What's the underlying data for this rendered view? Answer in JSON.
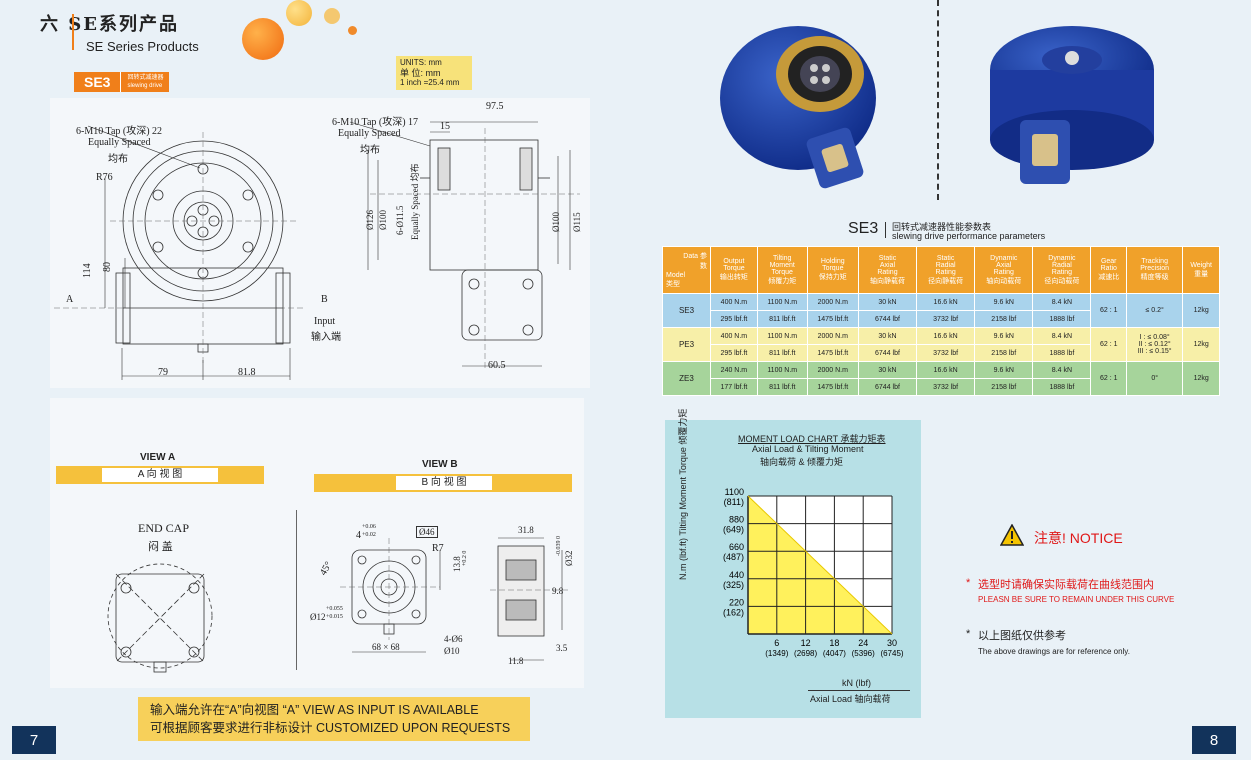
{
  "header": {
    "cn_title": "六 SE系列产品",
    "en_title": "SE Series Products",
    "model": "SE3",
    "model_cn": "回转式减速器",
    "model_en": "slewing drive"
  },
  "units": {
    "line1": "UNITS: mm",
    "line2": "单 位: mm",
    "line3": "1 inch =25.4 mm"
  },
  "drawing_front": {
    "tap": "6-M10 Tap (攻深) 22",
    "equally": "Equally Spaced",
    "junbu": "均布",
    "r76": "R76",
    "d114": "114",
    "d80": "80",
    "a": "A",
    "b": "B",
    "input": "Input",
    "input_cn": "输入端",
    "d79": "79",
    "d818": "81.8"
  },
  "drawing_side": {
    "tap": "6-M10 Tap (攻深) 17",
    "equally": "Equally Spaced",
    "junbu": "均布",
    "d975": "97.5",
    "d15": "15",
    "d126": "Ø126",
    "d100": "Ø100",
    "d115_ring": "6-Ø11.5",
    "eq_vert": "Equally Spaced 均布",
    "d100r": "Ø100",
    "d115": "Ø115",
    "d605": "60.5"
  },
  "weight": "12kg",
  "view_a": {
    "title": "VIEW A",
    "cn": "A 向 视 图",
    "endcap": "END CAP",
    "endcap_cn": "闷 盖"
  },
  "view_b": {
    "title": "VIEW B",
    "cn": "B 向 视 图",
    "d4": "4",
    "tol4a": "+0.06",
    "tol4b": "+0.02",
    "d46": "Ø46",
    "r7": "R7",
    "d138": "13.8",
    "tol138": "+0.2 0",
    "ang": "45°",
    "d12": "Ø12",
    "tol12a": "+0.055",
    "tol12b": "+0.015",
    "d68": "68 × 68",
    "d46h": "4-Ø6",
    "d10": "Ø10",
    "d318": "31.8",
    "d32": "Ø32",
    "tol32": "-0.039 0",
    "d98": "9.8",
    "d35": "3.5",
    "d118": "11.8"
  },
  "bottom_note": {
    "line1": "输入端允许在“A”向视图 “A” VIEW AS INPUT IS AVAILABLE",
    "line2": "可根据顾客要求进行非标设计 CUSTOMIZED UPON REQUESTS"
  },
  "page_left": "7",
  "page_right": "8",
  "table": {
    "title_model": "SE3",
    "title_cn": "回转式减速器性能参数表",
    "title_en": "slewing drive performance parameters",
    "corner_top": "Data 参数",
    "corner_bottom": "Model 类型",
    "headers": [
      [
        "Output",
        "Torque",
        "输出转矩"
      ],
      [
        "Tilting",
        "Moment",
        "Torque",
        "倾覆力矩"
      ],
      [
        "Holding",
        "Torque",
        "保持力矩"
      ],
      [
        "Static",
        "Axial",
        "Rating",
        "轴向静载荷"
      ],
      [
        "Static",
        "Radial",
        "Rating",
        "径向静载荷"
      ],
      [
        "Dynamic",
        "Axial",
        "Rating",
        "轴向动载荷"
      ],
      [
        "Dynamic",
        "Radial",
        "Rating",
        "径向动载荷"
      ],
      [
        "Gear",
        "Ratio",
        "减速比"
      ],
      [
        "Tracking",
        "Precision",
        "精度等级"
      ],
      [
        "Weight",
        "重量"
      ]
    ],
    "rows": [
      {
        "model": "SE3",
        "cls": "se",
        "a": [
          "400 N.m",
          "1100 N.m",
          "2000 N.m",
          "30 kN",
          "16.6 kN",
          "9.6 kN",
          "8.4 kN"
        ],
        "b": [
          "295 lbf.ft",
          "811 lbf.ft",
          "1475 lbf.ft",
          "6744 lbf",
          "3732 lbf",
          "2158 lbf",
          "1888 lbf"
        ],
        "ratio": "62 : 1",
        "precision": [
          "≤ 0.2°"
        ],
        "weight": "12kg"
      },
      {
        "model": "PE3",
        "cls": "pe",
        "a": [
          "400 N.m",
          "1100 N.m",
          "2000 N.m",
          "30 kN",
          "16.6 kN",
          "9.6 kN",
          "8.4 kN"
        ],
        "b": [
          "295 lbf.ft",
          "811 lbf.ft",
          "1475 lbf.ft",
          "6744 lbf",
          "3732 lbf",
          "2158 lbf",
          "1888 lbf"
        ],
        "ratio": "62 : 1",
        "precision": [
          "I : ≤ 0.08°",
          "II : ≤ 0.12°",
          "III : ≤ 0.15°"
        ],
        "weight": "12kg"
      },
      {
        "model": "ZE3",
        "cls": "ze",
        "a": [
          "240 N.m",
          "1100 N.m",
          "2000 N.m",
          "30 kN",
          "16.6 kN",
          "9.6 kN",
          "8.4 kN"
        ],
        "b": [
          "177 lbf.ft",
          "811 lbf.ft",
          "1475 lbf.ft",
          "6744 lbf",
          "3732 lbf",
          "2158 lbf",
          "1888 lbf"
        ],
        "ratio": "62 : 1",
        "precision": [
          "0°"
        ],
        "weight": "12kg"
      }
    ]
  },
  "chart_data": {
    "type": "area",
    "title": "MOMENT LOAD CHART 承载力矩表",
    "subtitle1": "Axial Load & Tilting Moment",
    "subtitle2": "轴向载荷 & 倾覆力矩",
    "ylabel": "N.m (lbf.ft) Tilting Moment Torque 倾覆力矩",
    "xlabel_unit": "kN (lbf)",
    "xlabel": "Axial Load 轴向载荷",
    "x_ticks": [
      6,
      12,
      18,
      24,
      30
    ],
    "x_ticks_sub": [
      "(1349)",
      "(2698)",
      "(4047)",
      "(5396)",
      "(6745)"
    ],
    "y_ticks": [
      220,
      440,
      660,
      880,
      1100
    ],
    "y_ticks_sub": [
      "(162)",
      "(325)",
      "(487)",
      "(649)",
      "(811)"
    ],
    "xlim": [
      0,
      30
    ],
    "ylim": [
      0,
      1100
    ],
    "curve": {
      "x": [
        0,
        30
      ],
      "y": [
        1100,
        0
      ]
    },
    "fill_color": "#fff15c",
    "bg_color": "#b7e0e6"
  },
  "notice": {
    "title": "注意! NOTICE",
    "cn1": "选型时请确保实际载荷在曲线范围内",
    "en1": "PLEASN BE SURE TO REMAIN UNDER THIS CURVE",
    "cn2": "以上图纸仅供参考",
    "en2": "The above drawings are for reference only."
  }
}
